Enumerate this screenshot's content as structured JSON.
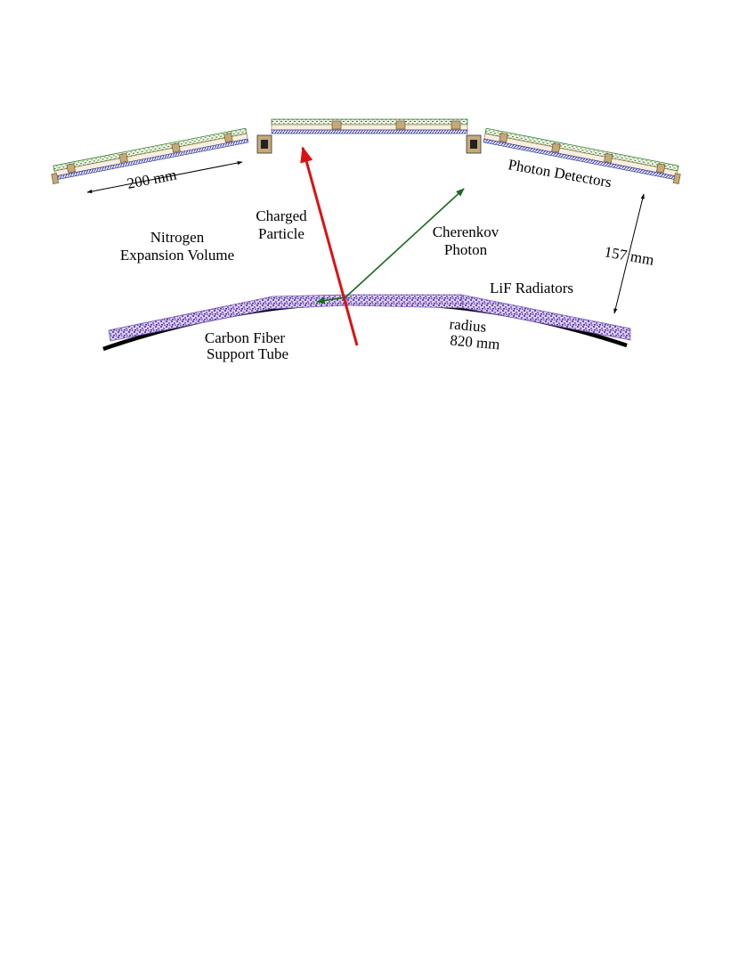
{
  "labels": {
    "photon_detectors": "Photon Detectors",
    "dim_200": "200 mm",
    "charged_line1": "Charged",
    "charged_line2": "Particle",
    "nitrogen_line1": "Nitrogen",
    "nitrogen_line2": "Expansion Volume",
    "cherenkov_line1": "Cherenkov",
    "cherenkov_line2": "Photon",
    "dim_157": "157 mm",
    "lif": "LiF Radiators",
    "radius_line1": "radius",
    "radius_line2": "820 mm",
    "carbon_line1": "Carbon Fiber",
    "carbon_line2": "Support Tube"
  },
  "colors": {
    "charged_particle": "#dd1111",
    "cherenkov_photon": "#1b6a1b",
    "radiator": "#7a58b8",
    "detector_frame": "#2e7a2e",
    "detector_box": "#c6a977",
    "detector_window": "#2c2c9a",
    "support_tube": "#000000"
  }
}
